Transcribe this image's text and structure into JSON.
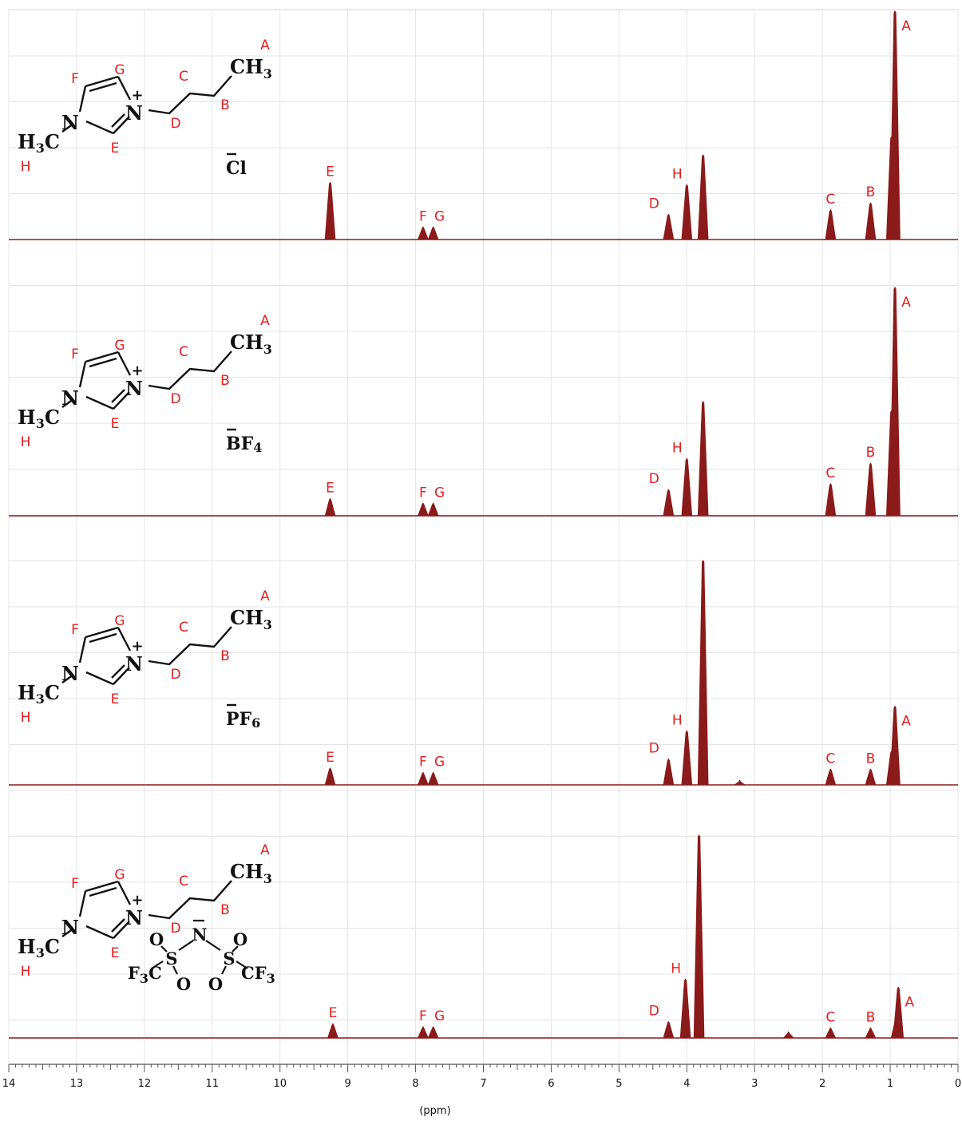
{
  "chart_data": {
    "type": "line",
    "subtype": "stacked NMR spectra",
    "xlabel": "(ppm)",
    "xlim": [
      14,
      0
    ],
    "x_reversed": true,
    "x_ticks": [
      14,
      13,
      12,
      11,
      10,
      9,
      8,
      7,
      6,
      5,
      4,
      3,
      2,
      1,
      0
    ],
    "x_tick_labels": [
      "14",
      "13",
      "12",
      "11",
      "10",
      "9",
      "8",
      "7",
      "6",
      "5",
      "4",
      "3",
      "2",
      "1",
      "0"
    ],
    "grid": true,
    "line_color": "#8b1a1a",
    "label_color": "#e41e1e",
    "structure_labels": {
      "methyl_left": "H",
      "methyl_left_sub": "3",
      "methyl_left_c": "C",
      "n1": "N",
      "n3": "N",
      "plus": "+",
      "ch3": "CH",
      "ch3_sub": "3",
      "pos": [
        "A",
        "B",
        "C",
        "D",
        "E",
        "F",
        "G",
        "H"
      ]
    },
    "panels": [
      {
        "anion": {
          "bar": "C",
          "rest": "l",
          "sub": ""
        },
        "peaks": [
          {
            "label": "E",
            "ppm": 9.26,
            "height": 0.25
          },
          {
            "label": "F",
            "ppm": 7.89,
            "height": 0.055
          },
          {
            "label": "G",
            "ppm": 7.74,
            "height": 0.055
          },
          {
            "label": "D",
            "ppm": 4.27,
            "height": 0.11
          },
          {
            "label": "H",
            "ppm": 4.0,
            "height": 0.24
          },
          {
            "label": "",
            "ppm": 3.76,
            "height": 0.37
          },
          {
            "label": "C",
            "ppm": 1.88,
            "height": 0.13
          },
          {
            "label": "B",
            "ppm": 1.29,
            "height": 0.16
          },
          {
            "label": "",
            "ppm": 0.98,
            "height": 0.45
          },
          {
            "label": "A",
            "ppm": 0.93,
            "height": 1.0
          }
        ]
      },
      {
        "anion": {
          "bar": "B",
          "rest": "F",
          "sub": "4"
        },
        "peaks": [
          {
            "label": "E",
            "ppm": 9.26,
            "height": 0.075
          },
          {
            "label": "F",
            "ppm": 7.89,
            "height": 0.055
          },
          {
            "label": "G",
            "ppm": 7.74,
            "height": 0.055
          },
          {
            "label": "D",
            "ppm": 4.27,
            "height": 0.115
          },
          {
            "label": "H",
            "ppm": 4.0,
            "height": 0.25
          },
          {
            "label": "",
            "ppm": 3.76,
            "height": 0.5
          },
          {
            "label": "C",
            "ppm": 1.88,
            "height": 0.14
          },
          {
            "label": "B",
            "ppm": 1.29,
            "height": 0.23
          },
          {
            "label": "",
            "ppm": 0.98,
            "height": 0.46
          },
          {
            "label": "A",
            "ppm": 0.93,
            "height": 1.0
          }
        ]
      },
      {
        "anion": {
          "bar": "P",
          "rest": "F",
          "sub": "6"
        },
        "peaks": [
          {
            "label": "E",
            "ppm": 9.26,
            "height": 0.075
          },
          {
            "label": "F",
            "ppm": 7.89,
            "height": 0.055
          },
          {
            "label": "G",
            "ppm": 7.74,
            "height": 0.055
          },
          {
            "label": "D",
            "ppm": 4.27,
            "height": 0.115
          },
          {
            "label": "H",
            "ppm": 4.0,
            "height": 0.24
          },
          {
            "label": "",
            "ppm": 3.76,
            "height": 1.0
          },
          {
            "label": "",
            "ppm": 3.22,
            "height": 0.02
          },
          {
            "label": "C",
            "ppm": 1.88,
            "height": 0.07
          },
          {
            "label": "B",
            "ppm": 1.29,
            "height": 0.07
          },
          {
            "label": "",
            "ppm": 0.98,
            "height": 0.15
          },
          {
            "label": "A",
            "ppm": 0.93,
            "height": 0.35
          }
        ]
      },
      {
        "anion": {
          "type": "NTf2",
          "n": "N",
          "s": "S",
          "o": "O",
          "cf3_left": "F",
          "cf3_left_sub": "3",
          "cf3_left_c": "C",
          "cf3_right": "CF",
          "cf3_right_sub": "3"
        },
        "peaks": [
          {
            "label": "E",
            "ppm": 9.22,
            "height": 0.07
          },
          {
            "label": "F",
            "ppm": 7.89,
            "height": 0.055
          },
          {
            "label": "G",
            "ppm": 7.74,
            "height": 0.055
          },
          {
            "label": "D",
            "ppm": 4.27,
            "height": 0.08
          },
          {
            "label": "H",
            "ppm": 4.02,
            "height": 0.29
          },
          {
            "label": "",
            "ppm": 3.82,
            "height": 1.0
          },
          {
            "label": "",
            "ppm": 2.5,
            "height": 0.03
          },
          {
            "label": "C",
            "ppm": 1.88,
            "height": 0.05
          },
          {
            "label": "B",
            "ppm": 1.29,
            "height": 0.05
          },
          {
            "label": "",
            "ppm": 0.91,
            "height": 0.1
          },
          {
            "label": "A",
            "ppm": 0.88,
            "height": 0.25
          }
        ]
      }
    ]
  }
}
